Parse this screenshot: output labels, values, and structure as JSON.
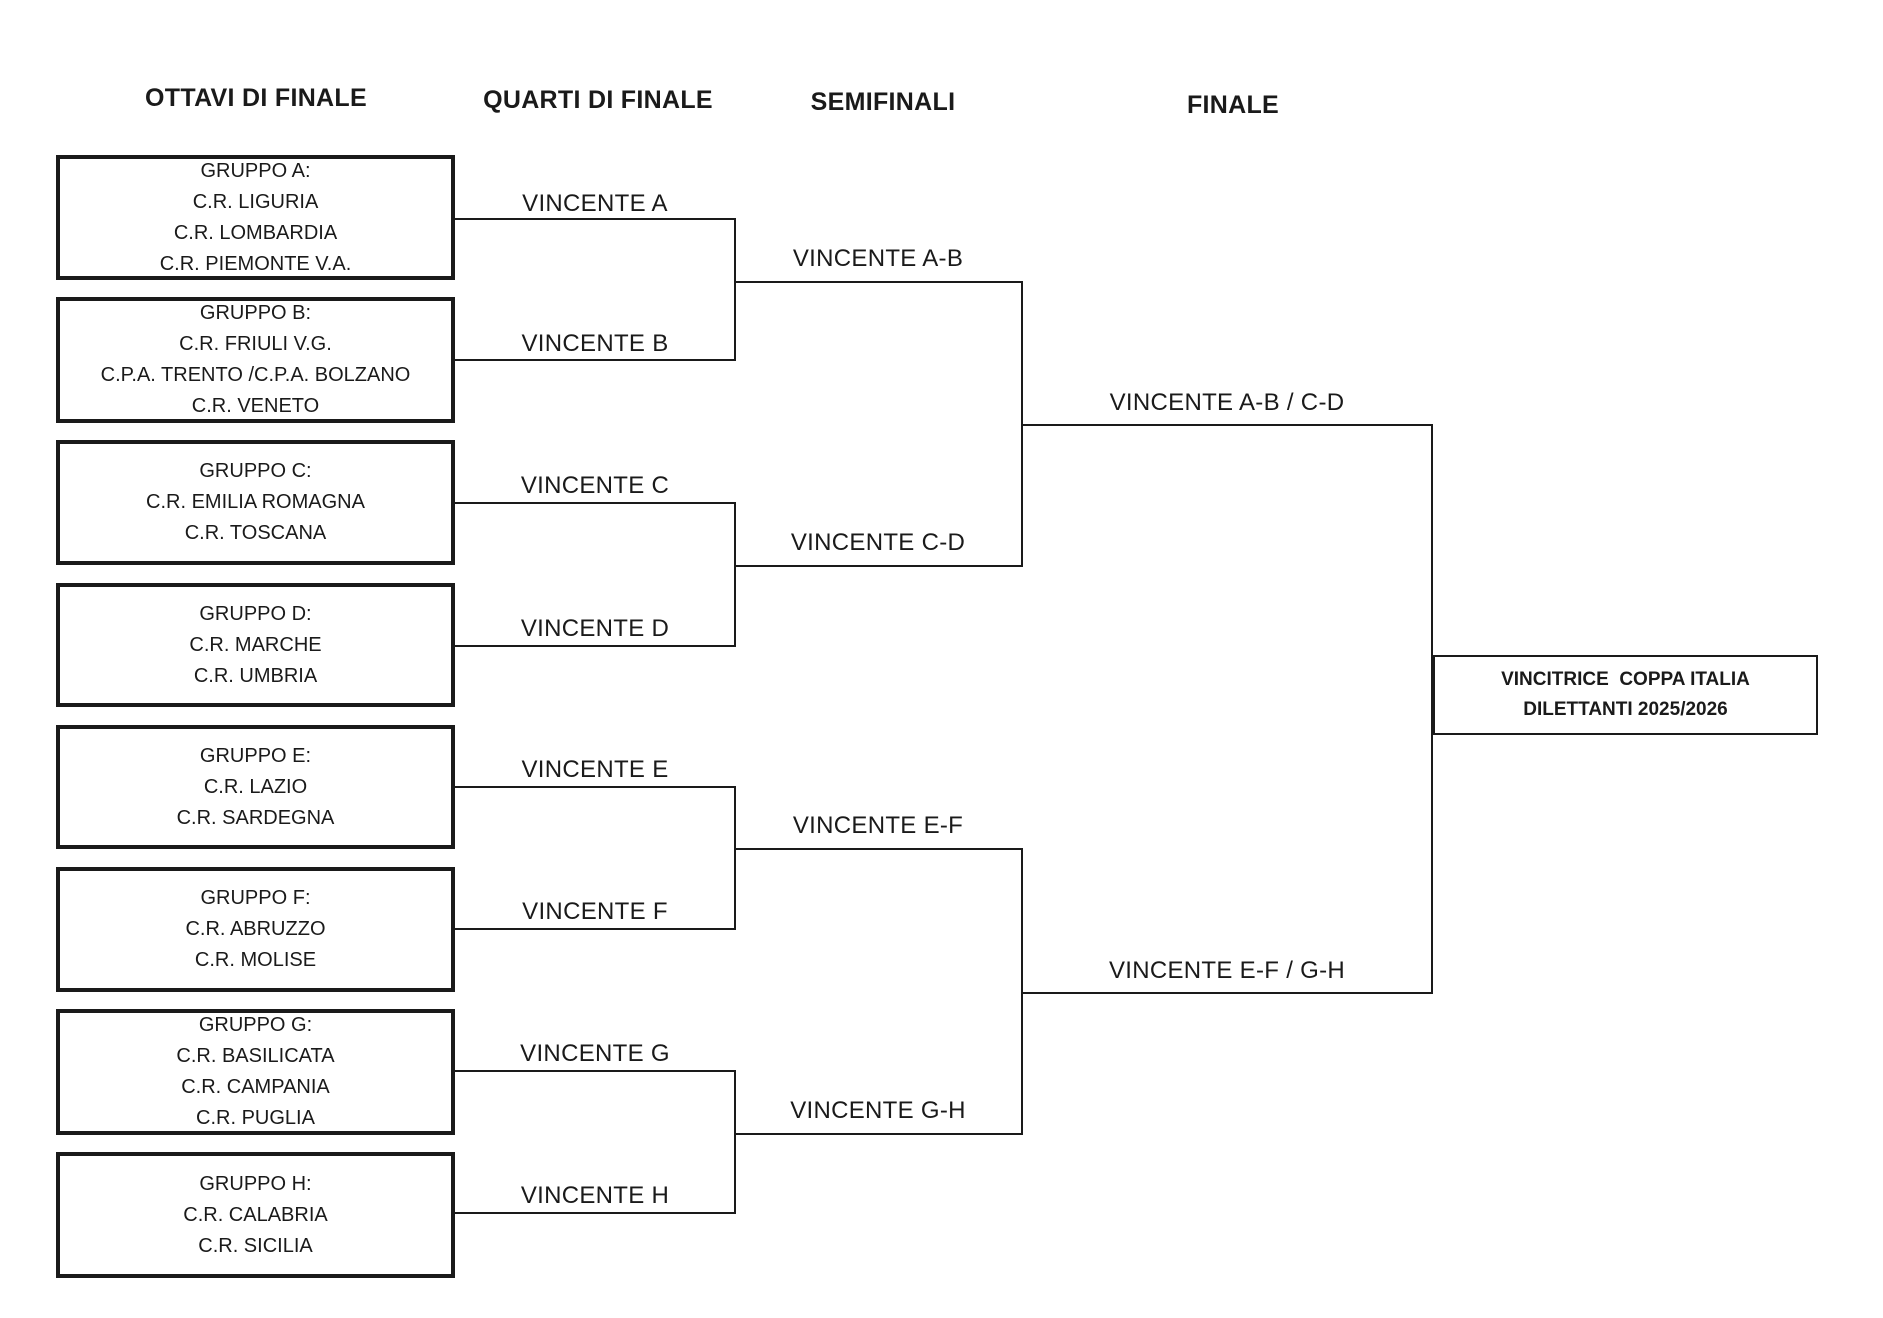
{
  "rounds": {
    "round_of_16": "OTTAVI DI FINALE",
    "quarterfinals": "QUARTI DI FINALE",
    "semifinals": "SEMIFINALI",
    "final": "FINALE"
  },
  "groups": [
    {
      "title": "GRUPPO A:",
      "teams": [
        "C.R. LIGURIA",
        "C.R. LOMBARDIA",
        "C.R. PIEMONTE V.A."
      ]
    },
    {
      "title": "GRUPPO B:",
      "teams": [
        "C.R. FRIULI V.G.",
        "C.P.A. TRENTO /C.P.A. BOLZANO",
        "C.R. VENETO"
      ]
    },
    {
      "title": "GRUPPO C:",
      "teams": [
        "C.R. EMILIA ROMAGNA",
        "C.R. TOSCANA"
      ]
    },
    {
      "title": "GRUPPO D:",
      "teams": [
        "C.R. MARCHE",
        "C.R. UMBRIA"
      ]
    },
    {
      "title": "GRUPPO E:",
      "teams": [
        "C.R. LAZIO",
        "C.R. SARDEGNA"
      ]
    },
    {
      "title": "GRUPPO F:",
      "teams": [
        "C.R. ABRUZZO",
        "C.R. MOLISE"
      ]
    },
    {
      "title": "GRUPPO G:",
      "teams": [
        "C.R. BASILICATA",
        "C.R. CAMPANIA",
        "C.R. PUGLIA"
      ]
    },
    {
      "title": "GRUPPO H:",
      "teams": [
        "C.R. CALABRIA",
        "C.R. SICILIA"
      ]
    }
  ],
  "quarterfinal_labels": [
    "VINCENTE A",
    "VINCENTE B",
    "VINCENTE C",
    "VINCENTE D",
    "VINCENTE E",
    "VINCENTE F",
    "VINCENTE G",
    "VINCENTE H"
  ],
  "semifinal_labels": [
    "VINCENTE A-B",
    "VINCENTE C-D",
    "VINCENTE E-F",
    "VINCENTE G-H"
  ],
  "final_labels": [
    "VINCENTE A-B / C-D",
    "VINCENTE E-F / G-H"
  ],
  "champion": {
    "line1": "VINCITRICE  COPPA ITALIA",
    "line2": "DILETTANTI 2025/2026"
  }
}
